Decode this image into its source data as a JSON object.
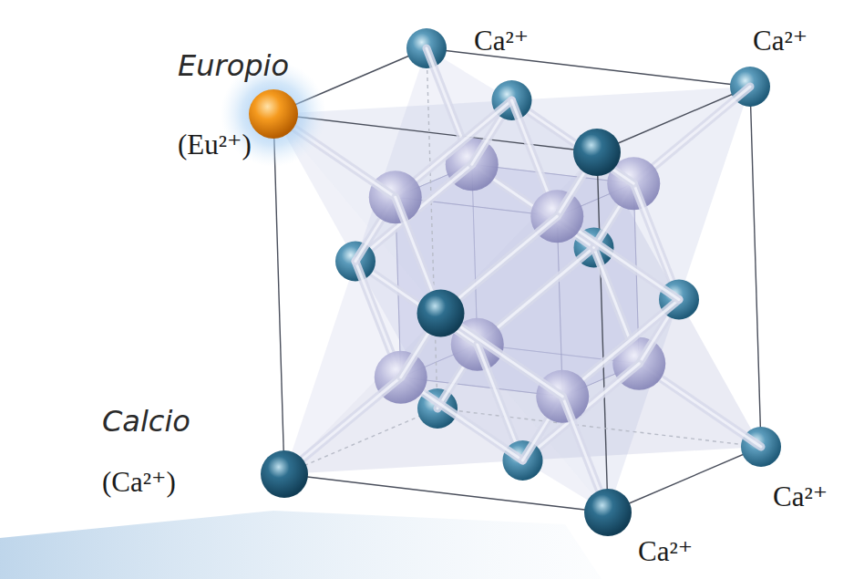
{
  "diagram": {
    "labels": [
      "Europio",
      "(Eu²⁺)",
      "Ca²⁺",
      "Ca²⁺",
      "Calcio",
      "(Ca²⁺)",
      "Ca²⁺",
      "Ca²⁺"
    ]
  }
}
